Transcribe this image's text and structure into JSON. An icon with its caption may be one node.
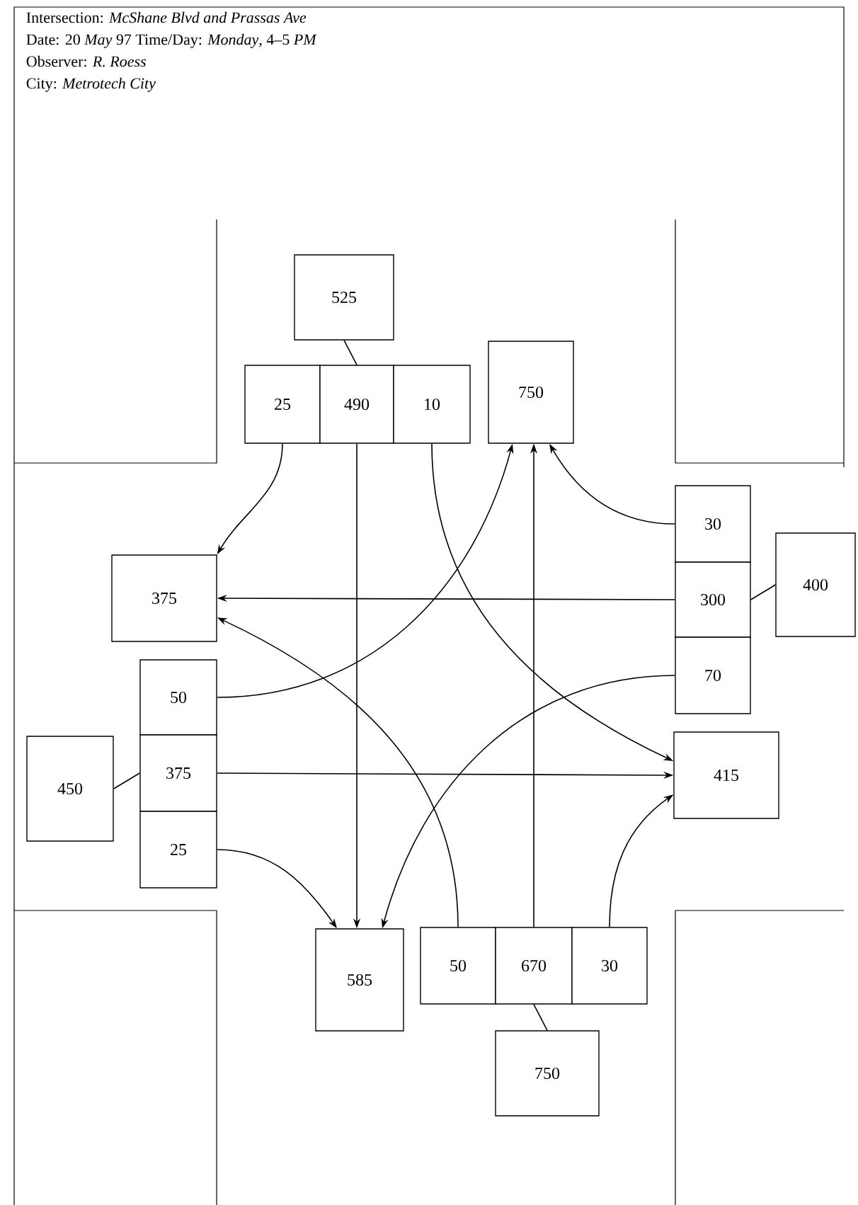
{
  "diagram": {
    "nodes": [
      {
        "text": [
          "525"
        ]
      },
      {
        "text": [
          "25"
        ]
      },
      {
        "text": [
          "490"
        ]
      },
      {
        "text": [
          "10"
        ]
      },
      {
        "text": [
          "750"
        ]
      },
      {
        "text": [
          "30"
        ]
      },
      {
        "text": [
          "300"
        ]
      },
      {
        "text": [
          "70"
        ]
      },
      {
        "text": [
          "400"
        ]
      },
      {
        "text": [
          "375"
        ]
      },
      {
        "text": [
          "50"
        ]
      },
      {
        "text": [
          "375"
        ]
      },
      {
        "text": [
          "25"
        ]
      },
      {
        "text": [
          "450"
        ]
      },
      {
        "text": [
          "415"
        ]
      },
      {
        "text": [
          "585"
        ]
      },
      {
        "text": [
          "50"
        ]
      },
      {
        "text": [
          "670"
        ]
      },
      {
        "text": [
          "30"
        ]
      },
      {
        "text": [
          "750"
        ]
      }
    ],
    "edges": [
      {
        "from": 0,
        "to": 2,
        "arrow": "none"
      },
      {
        "from": 1,
        "to": 9,
        "arrow": "to"
      },
      {
        "from": 2,
        "to": 15,
        "arrow": "to"
      },
      {
        "from": 3,
        "to": 14,
        "arrow": "to"
      },
      {
        "from": 8,
        "to": 6,
        "arrow": "none"
      },
      {
        "from": 5,
        "to": 4,
        "arrow": "to"
      },
      {
        "from": 6,
        "to": 9,
        "arrow": "to"
      },
      {
        "from": 7,
        "to": 15,
        "arrow": "to"
      },
      {
        "from": 13,
        "to": 11,
        "arrow": "none"
      },
      {
        "from": 10,
        "to": 4,
        "arrow": "to"
      },
      {
        "from": 11,
        "to": 14,
        "arrow": "to"
      },
      {
        "from": 12,
        "to": 15,
        "arrow": "to"
      },
      {
        "from": 19,
        "to": 17,
        "arrow": "none"
      },
      {
        "from": 16,
        "to": 9,
        "arrow": "to"
      },
      {
        "from": 17,
        "to": 4,
        "arrow": "to"
      },
      {
        "from": 18,
        "to": 14,
        "arrow": "to"
      }
    ],
    "labels": [
      "Intersection: *McShane Blvd and Prassas Ave*",
      "Date: 20 *May* 97 Time/Day: *Monday*, 4–5 *PM*",
      "Observer: *R. Roess*",
      "City: *Metrotech City*"
    ]
  }
}
